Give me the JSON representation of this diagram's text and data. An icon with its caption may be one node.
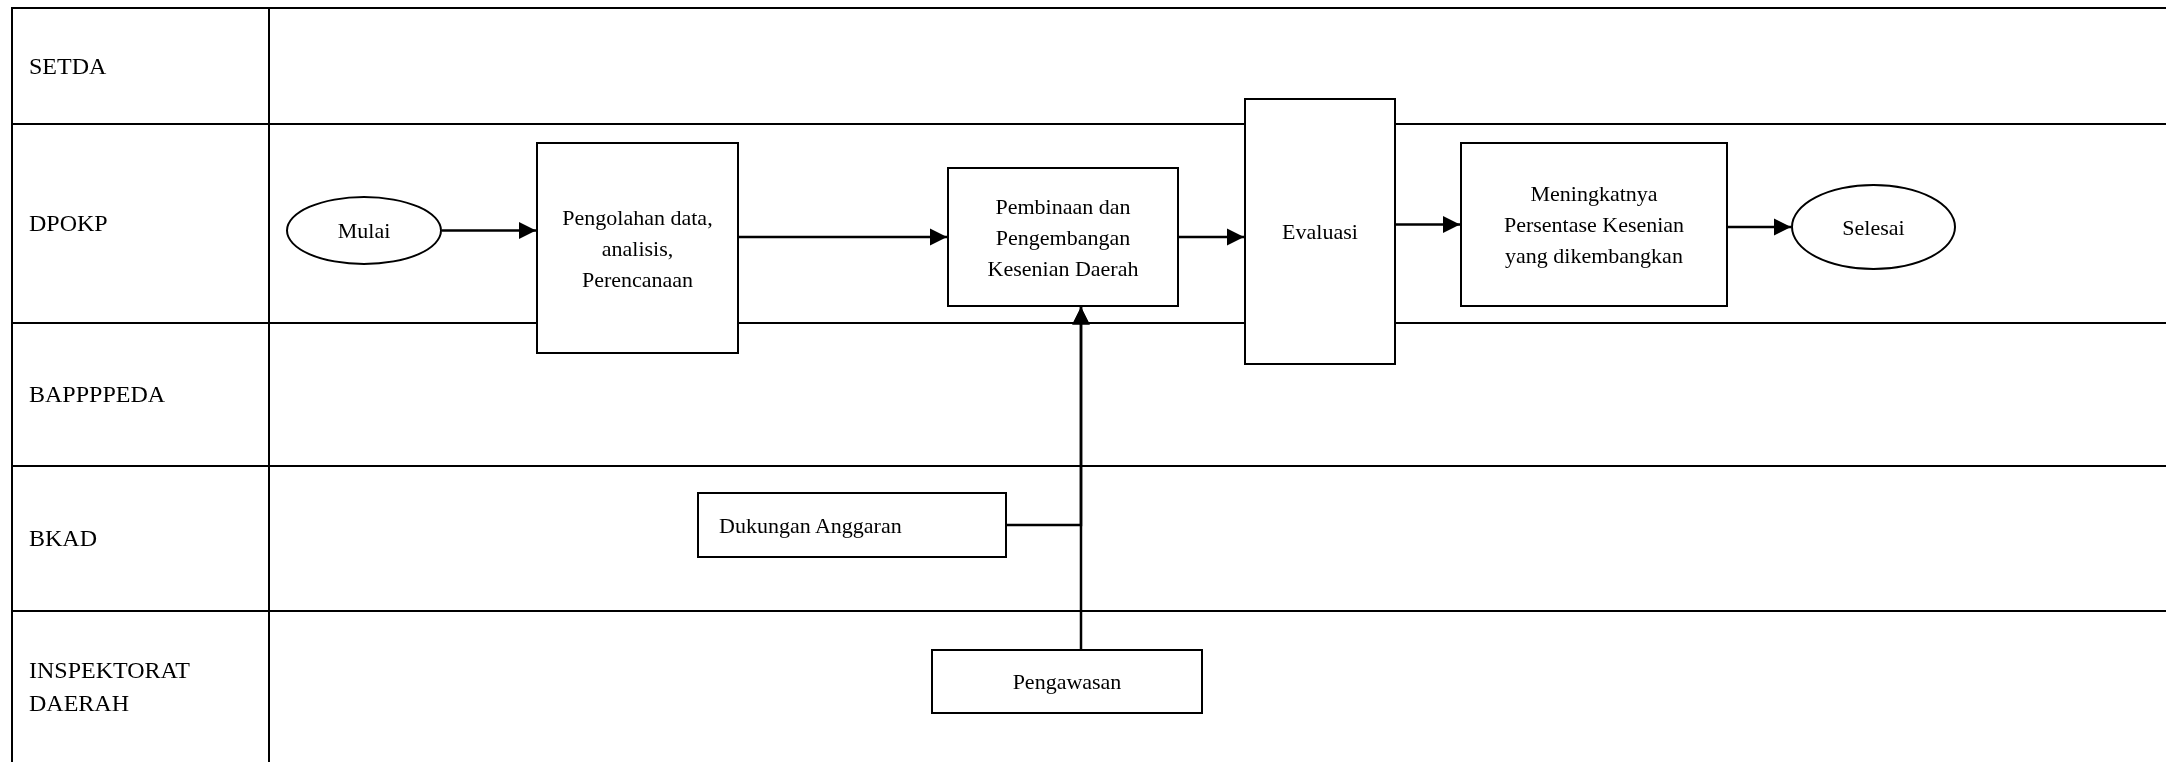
{
  "diagram": {
    "nodes": [
      {
        "text": [
          "Mulai"
        ]
      },
      {
        "text": [
          "Pengolahan data, analisis, Perencanaan"
        ]
      },
      {
        "text": [
          "Pembinaan dan Pengembangan Kesenian Daerah"
        ]
      },
      {
        "text": [
          "Evaluasi"
        ]
      },
      {
        "text": [
          "Meningkatnya Persentase Kesenian yang dikembangkan"
        ]
      },
      {
        "text": [
          "Selesai"
        ]
      },
      {
        "text": [
          "Dukungan Anggaran"
        ]
      },
      {
        "text": [
          "Pengawasan"
        ]
      }
    ],
    "edges": [
      {
        "from": 0,
        "to": 1,
        "arrow": "to"
      },
      {
        "from": 1,
        "to": 2,
        "arrow": "to"
      },
      {
        "from": 2,
        "to": 3,
        "arrow": "to"
      },
      {
        "from": 3,
        "to": 4,
        "arrow": "to"
      },
      {
        "from": 4,
        "to": 5,
        "arrow": "to"
      },
      {
        "from": 6,
        "to": 2,
        "arrow": "to"
      },
      {
        "from": 7,
        "to": 2,
        "arrow": "to"
      }
    ],
    "labels": [
      "SETDA",
      "DPOKP",
      "BAPPPPEDA",
      "BKAD",
      "INSPEKTORAT DAERAH"
    ]
  }
}
